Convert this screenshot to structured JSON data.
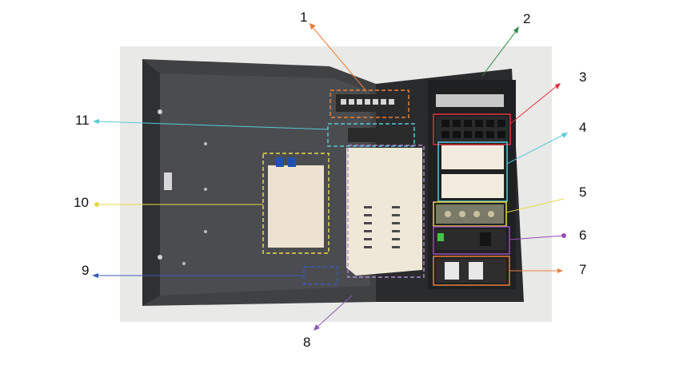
{
  "diagram": {
    "callouts": [
      {
        "number": "1",
        "color": "#e8803a"
      },
      {
        "number": "2",
        "color": "#2f8a4a"
      },
      {
        "number": "3",
        "color": "#e0303a"
      },
      {
        "number": "4",
        "color": "#5ac8d8"
      },
      {
        "number": "5",
        "color": "#e8d84a"
      },
      {
        "number": "6",
        "color": "#9a4ab8"
      },
      {
        "number": "7",
        "color": "#e8803a"
      },
      {
        "number": "8",
        "color": "#8a5ab8"
      },
      {
        "number": "9",
        "color": "#3a5ab8"
      },
      {
        "number": "10",
        "color": "#e8d84a"
      },
      {
        "number": "11",
        "color": "#5ac8d8"
      }
    ]
  }
}
